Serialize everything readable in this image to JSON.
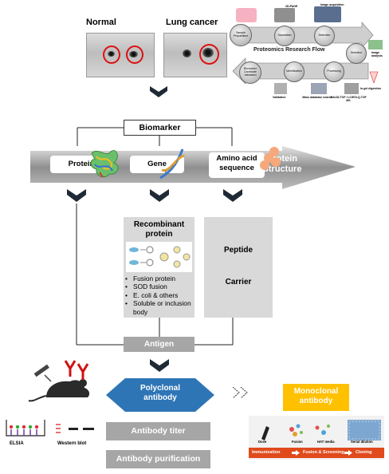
{
  "gels": {
    "normal_label": "Normal",
    "cancer_label": "Lung cancer"
  },
  "proteomics": {
    "title": "Proteomics Research Flow",
    "top_labels": {
      "sample": "",
      "page": "2D-PAGE",
      "image_acq": "Image acquisition"
    },
    "nodes": [
      "Sample Preparation",
      "Separation",
      "Detection",
      "Selection",
      "Processing",
      "Identification",
      "Biomarker Candidate Validation"
    ],
    "bottom_labels": {
      "validation": "Validation",
      "mass_search": "Mass database search",
      "maldi": "MALDI-TOF / LC/ESI-Q-TOF MS",
      "digestion": "In-gel digestion",
      "image_analysis": "Image analysis"
    }
  },
  "biomarker": {
    "label": "Biomarker"
  },
  "structure_arrow": {
    "protein": "Protein",
    "gene": "Gene",
    "amino_line1": "Amino acid",
    "amino_line2": "sequence",
    "title_line1": "Protein",
    "title_line2": "Structure"
  },
  "recombinant": {
    "title_line1": "Recombinant",
    "title_line2": "protein",
    "bullets": [
      "Fusion protein",
      "SOD fusion",
      "E. coli & others",
      "Soluble or inclusion body"
    ]
  },
  "peptide_box": {
    "peptide": "Peptide",
    "carrier": "Carrier"
  },
  "antigen": {
    "label": "Antigen"
  },
  "polyclonal": {
    "line1": "Polyclonal",
    "line2": "antibody"
  },
  "monoclonal": {
    "line1": "Monoclonal",
    "line2": "antibody"
  },
  "assays": {
    "elisa": "ELSIA",
    "western": "Western blot"
  },
  "titer": {
    "label": "Antibody titer"
  },
  "purification": {
    "label": "Antibody purification"
  },
  "mono_flow": {
    "icons": [
      "Dose",
      "Fusion",
      "HAT media",
      "Serial dilution"
    ],
    "steps": [
      "Immunization",
      "Fusion & Screening",
      "Cloning"
    ]
  },
  "colors": {
    "blue": "#2e75b6",
    "yellow": "#ffc000",
    "orange": "#e04a1c",
    "chevron": "#1f2a36",
    "grey_btn": "#a6a6a6",
    "red": "#d11111"
  }
}
